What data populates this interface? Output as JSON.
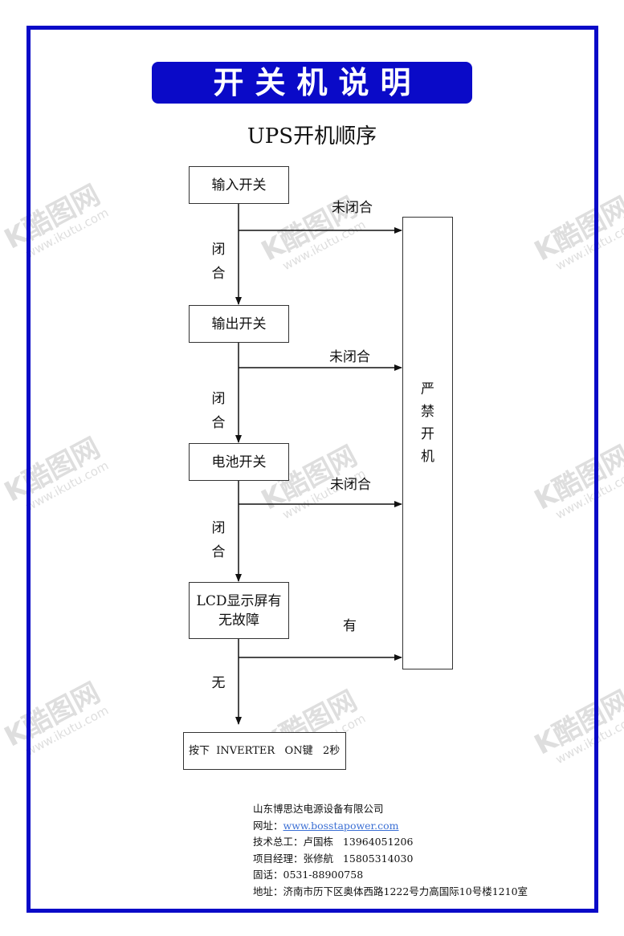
{
  "header": {
    "title": "开关机说明",
    "subtitle": "UPS开机顺序"
  },
  "flowchart": {
    "steps": [
      {
        "label": "输入开关"
      },
      {
        "label": "输出开关"
      },
      {
        "label": "电池开关"
      },
      {
        "label_line1": "LCD显示屏有",
        "label_line2": "无故障"
      },
      {
        "label": "按下  INVERTER   ON键   2秒"
      }
    ],
    "down_labels": [
      {
        "line1": "闭",
        "line2": "合"
      },
      {
        "line1": "闭",
        "line2": "合"
      },
      {
        "line1": "闭",
        "line2": "合"
      },
      {
        "line1": "无"
      }
    ],
    "branch_labels": [
      "未闭合",
      "未闭合",
      "未闭合",
      "有"
    ],
    "prohibit_box": "严禁开机"
  },
  "footer": {
    "company": "山东博思达电源设备有限公司",
    "website_label": "网址：",
    "website": "www.bosstapower.com",
    "tech_lead": "技术总工：卢国栋   13964051206",
    "project_manager": "项目经理：张修航   15805314030",
    "landline": "固话：0531-88900758",
    "address": "地址：济南市历下区奥体西路1222号力高国际10号楼1210室"
  },
  "watermark": {
    "brand": "K酷图网",
    "url": "www.ikutu.com"
  },
  "colors": {
    "accent": "#0a0ac8",
    "link": "#3b6fd4"
  }
}
